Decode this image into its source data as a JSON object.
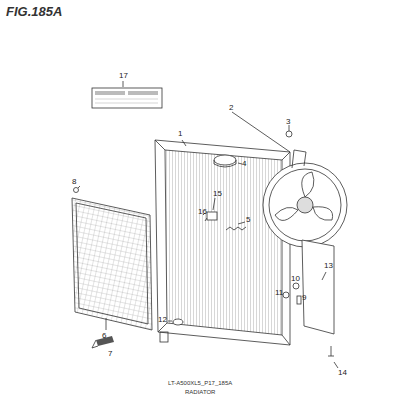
{
  "diagram": {
    "title": "FIG.185A",
    "caption": "RADIATOR",
    "labels": [
      "17",
      "2",
      "3",
      "1",
      "4",
      "15",
      "16",
      "5",
      "8",
      "10",
      "11",
      "9",
      "13",
      "12",
      "6",
      "7",
      "14",
      "LT-A500XL5_P17_185A"
    ]
  }
}
